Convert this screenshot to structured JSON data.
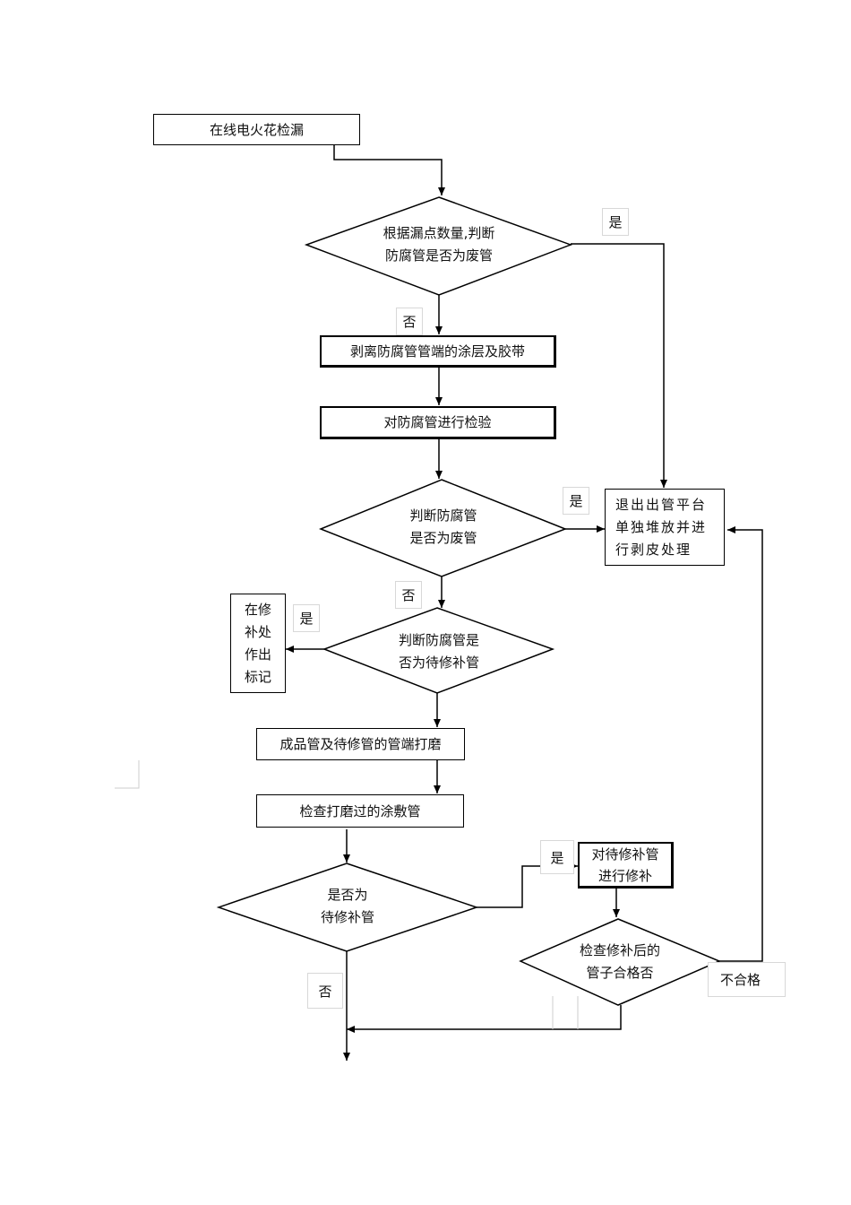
{
  "steps": {
    "spark_test": "在线电火花检漏",
    "decision_scrap_by_leaks": "根据漏点数量,判断\n防腐管是否为废管",
    "strip_coating": "剥离防腐管管端的涂层及胶带",
    "inspect_pipe": "对防腐管进行检验",
    "decision_scrap": "判断防腐管\n是否为废管",
    "exit_platform": "退出出管平台\n单独堆放并进\n行剥皮处理",
    "decision_repair": "判断防腐管是\n否为待修补管",
    "mark_repair": "在修\n补处\n作出\n标记",
    "grind_ends": "成品管及待修管的管端打磨",
    "check_ground": "检查打磨过的涂敷管",
    "decision_repair2": "是否为\n待修补管",
    "do_repair": "对待修补管\n进行修补",
    "decision_qualified": "检查修补后的\n管子合格否"
  },
  "labels": {
    "yes_1": "是",
    "no_1": "否",
    "yes_2": "是",
    "no_2": "否",
    "yes_3": "是",
    "yes_4": "是",
    "no_3": "否",
    "unqualified": "不合格"
  }
}
